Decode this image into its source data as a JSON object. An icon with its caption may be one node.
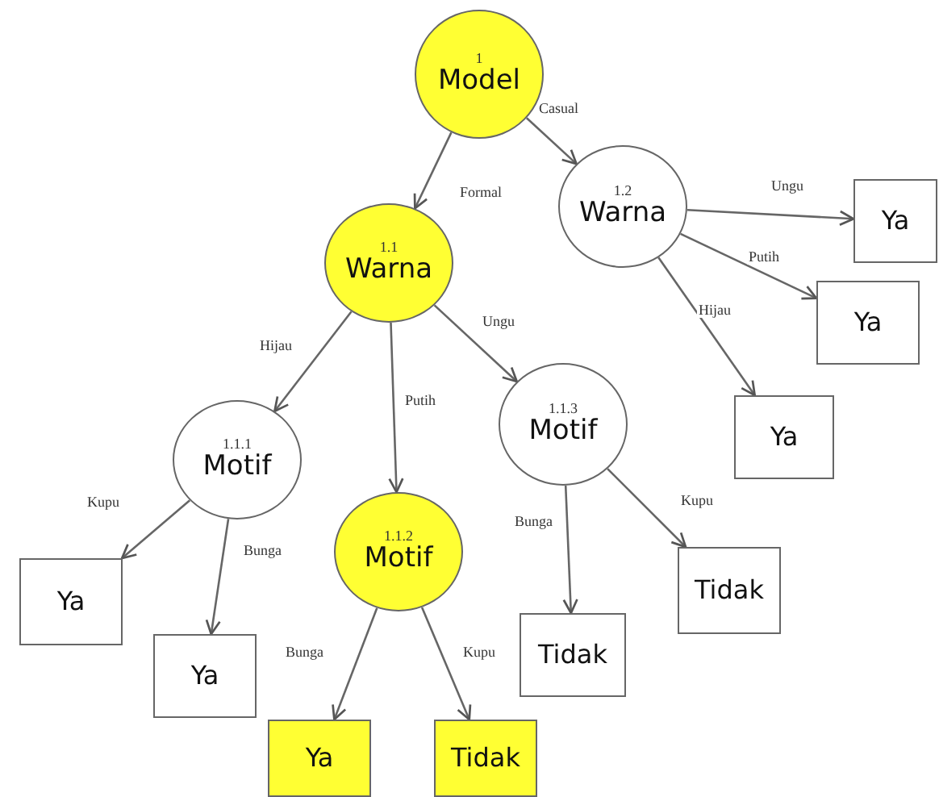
{
  "diagram": {
    "nodes": [
      {
        "text": [
          "1",
          "Model"
        ]
      },
      {
        "text": [
          "1.1",
          "Warna"
        ]
      },
      {
        "text": [
          "1.2",
          "Warna"
        ]
      },
      {
        "text": [
          "Ya"
        ]
      },
      {
        "text": [
          "Ya"
        ]
      },
      {
        "text": [
          "Ya"
        ]
      },
      {
        "text": [
          "1.1.1",
          "Motif"
        ]
      },
      {
        "text": [
          "1.1.2",
          "Motif"
        ]
      },
      {
        "text": [
          "1.1.3",
          "Motif"
        ]
      },
      {
        "text": [
          "Ya"
        ]
      },
      {
        "text": [
          "Ya"
        ]
      },
      {
        "text": [
          "Ya"
        ]
      },
      {
        "text": [
          "Tidak"
        ]
      },
      {
        "text": [
          "Tidak"
        ]
      },
      {
        "text": [
          "Tidak"
        ]
      }
    ],
    "edges": [
      {
        "from": 0,
        "to": 1,
        "arrow": "to",
        "label": "Formal"
      },
      {
        "from": 0,
        "to": 2,
        "arrow": "to",
        "label": "Casual"
      },
      {
        "from": 2,
        "to": 3,
        "arrow": "to",
        "label": "Ungu"
      },
      {
        "from": 2,
        "to": 4,
        "arrow": "to",
        "label": "Putih"
      },
      {
        "from": 2,
        "to": 5,
        "arrow": "to",
        "label": "Hijau"
      },
      {
        "from": 1,
        "to": 6,
        "arrow": "to",
        "label": "Hijau"
      },
      {
        "from": 1,
        "to": 7,
        "arrow": "to",
        "label": "Putih"
      },
      {
        "from": 1,
        "to": 8,
        "arrow": "to",
        "label": "Ungu"
      },
      {
        "from": 6,
        "to": 9,
        "arrow": "to",
        "label": "Kupu"
      },
      {
        "from": 6,
        "to": 10,
        "arrow": "to",
        "label": "Bunga"
      },
      {
        "from": 7,
        "to": 11,
        "arrow": "to",
        "label": "Bunga"
      },
      {
        "from": 7,
        "to": 12,
        "arrow": "to",
        "label": "Kupu"
      },
      {
        "from": 8,
        "to": 13,
        "arrow": "to",
        "label": "Bunga"
      },
      {
        "from": 8,
        "to": 14,
        "arrow": "to",
        "label": "Kupu"
      }
    ]
  }
}
